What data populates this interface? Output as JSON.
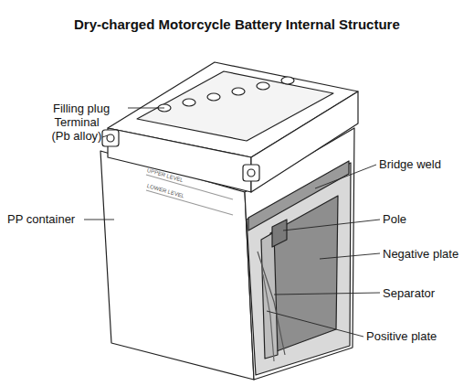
{
  "diagram": {
    "title": "Dry-charged Motorcycle Battery Internal Structure",
    "labels": [
      "Filling plug",
      "Terminal (Pb alloy)",
      "PP container",
      "UPPER LEVEL",
      "LOWER LEVEL",
      "Bridge weld",
      "Pole",
      "Negative plate",
      "Separator",
      "Positive plate"
    ]
  }
}
